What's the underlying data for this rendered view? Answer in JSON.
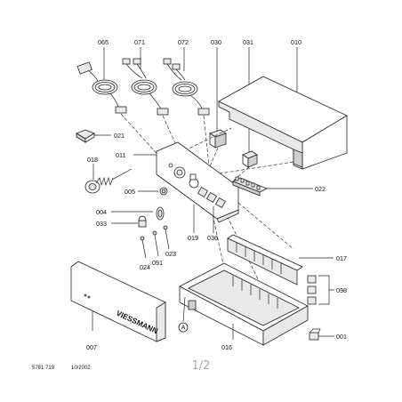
{
  "labels": {
    "p065": "065",
    "p071": "071",
    "p072": "072",
    "p030": "030",
    "p031": "031",
    "p010": "010",
    "p021": "021",
    "p018": "018",
    "p011": "011",
    "p005": "005",
    "p022": "022",
    "p004": "004",
    "p033": "033",
    "p019": "019",
    "p036": "036",
    "p017": "017",
    "p024": "024",
    "p091": "091",
    "p023": "023",
    "p098": "098",
    "p007": "007",
    "p016": "016",
    "p001": "001"
  },
  "callout": "A",
  "brand": "VIESSMANN",
  "footer": {
    "doc_number": "5781 719",
    "date": "10/2002"
  },
  "page_indicator": "1/2"
}
